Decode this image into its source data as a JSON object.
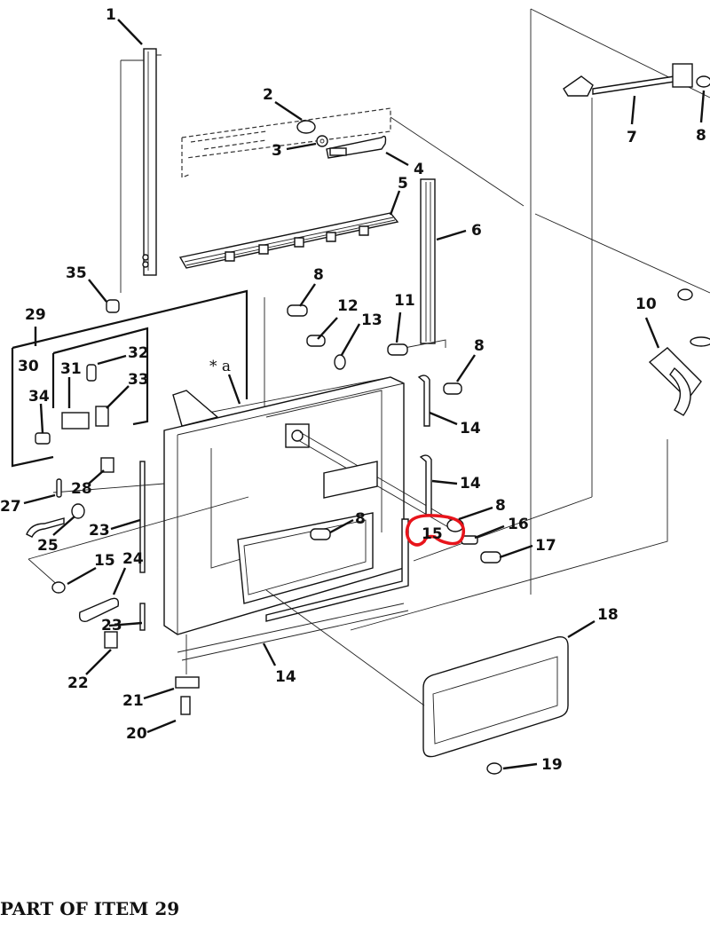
{
  "diagram": {
    "callouts": [
      {
        "id": "c1",
        "label": "1"
      },
      {
        "id": "c2",
        "label": "2"
      },
      {
        "id": "c3",
        "label": "3"
      },
      {
        "id": "c4",
        "label": "4"
      },
      {
        "id": "c5",
        "label": "5"
      },
      {
        "id": "c6",
        "label": "6"
      },
      {
        "id": "c7",
        "label": "7"
      },
      {
        "id": "c8a",
        "label": "8"
      },
      {
        "id": "c8b",
        "label": "8"
      },
      {
        "id": "c8c",
        "label": "8"
      },
      {
        "id": "c8d",
        "label": "8"
      },
      {
        "id": "c8e",
        "label": "8"
      },
      {
        "id": "c10",
        "label": "10"
      },
      {
        "id": "c11",
        "label": "11"
      },
      {
        "id": "c12",
        "label": "12"
      },
      {
        "id": "c13",
        "label": "13"
      },
      {
        "id": "c14a",
        "label": "14"
      },
      {
        "id": "c14b",
        "label": "14"
      },
      {
        "id": "c14c",
        "label": "14"
      },
      {
        "id": "c15a",
        "label": "15"
      },
      {
        "id": "c15b",
        "label": "15"
      },
      {
        "id": "c16",
        "label": "16"
      },
      {
        "id": "c17",
        "label": "17"
      },
      {
        "id": "c18",
        "label": "18"
      },
      {
        "id": "c19",
        "label": "19"
      },
      {
        "id": "c20",
        "label": "20"
      },
      {
        "id": "c21",
        "label": "21"
      },
      {
        "id": "c22",
        "label": "22"
      },
      {
        "id": "c23a",
        "label": "23"
      },
      {
        "id": "c23b",
        "label": "23"
      },
      {
        "id": "c24",
        "label": "24"
      },
      {
        "id": "c25",
        "label": "25"
      },
      {
        "id": "c27",
        "label": "27"
      },
      {
        "id": "c28",
        "label": "28"
      },
      {
        "id": "c29",
        "label": "29"
      },
      {
        "id": "c30",
        "label": "30"
      },
      {
        "id": "c31",
        "label": "31"
      },
      {
        "id": "c32",
        "label": "32"
      },
      {
        "id": "c33",
        "label": "33"
      },
      {
        "id": "c34",
        "label": "34"
      },
      {
        "id": "c35",
        "label": "35"
      }
    ],
    "note_marker": "* a",
    "highlight_color": "#e8141b"
  },
  "caption": "PART OF ITEM 29"
}
